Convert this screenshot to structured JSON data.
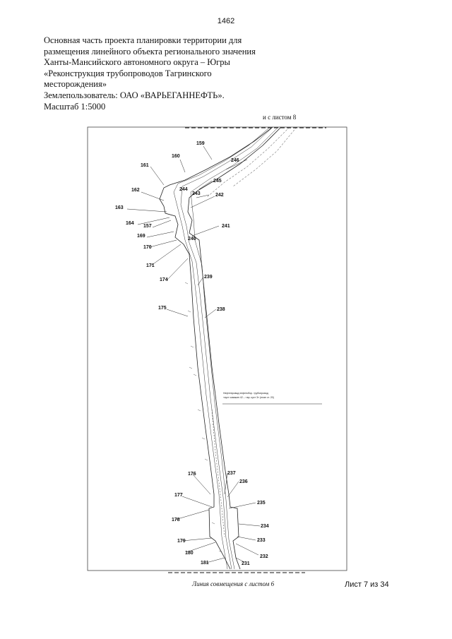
{
  "page_number": "1462",
  "header": {
    "lines": [
      "Основная часть проекта планировки территории для",
      "размещения линейного объекта регионального значения",
      "Ханты-Мансийского автономного округа – Югры",
      "«Реконструкция трубопроводов Тагринского",
      "месторождения»",
      "Землепользователь: ОАО «ВАРЬЕГАННЕФТЬ».",
      "Масштаб 1:5000"
    ]
  },
  "map": {
    "match_line_top": "и с листом 8",
    "match_line_bottom": "Линия совмещения с листом 6",
    "annotation_lines": [
      "Нефтепровод нефтесбор. трубопровод",
      "«куст скважин 42 – т.вр. куст 3» (план ст. 20)"
    ],
    "point_labels": [
      "159",
      "160",
      "161",
      "162",
      "163",
      "164",
      "157",
      "169",
      "170",
      "171",
      "174",
      "175",
      "176",
      "177",
      "178",
      "179",
      "180",
      "181",
      "246",
      "245",
      "244",
      "243",
      "242",
      "241",
      "240",
      "239",
      "238",
      "237",
      "236",
      "235",
      "234",
      "233",
      "232",
      "231"
    ]
  },
  "sheet_label": "Лист 7 из 34"
}
